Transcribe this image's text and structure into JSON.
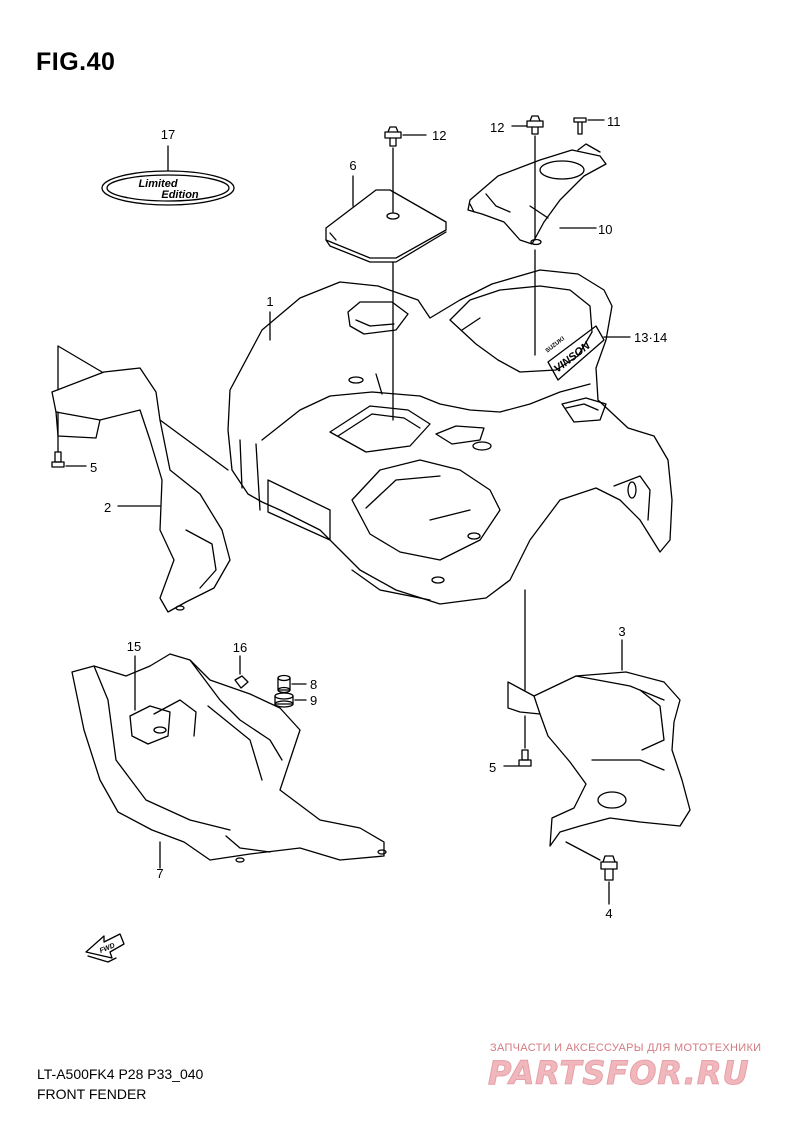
{
  "figure": {
    "title": "FIG.40",
    "model": "LT-A500FK4 P28 P33_040",
    "caption": "FRONT FENDER"
  },
  "callouts": {
    "c1": "1",
    "c2": "2",
    "c3": "3",
    "c4": "4",
    "c5a": "5",
    "c5b": "5",
    "c6": "6",
    "c7": "7",
    "c8": "8",
    "c9": "9",
    "c10": "10",
    "c11": "11",
    "c12a": "12",
    "c12b": "12",
    "c13_14": "13·14",
    "c15": "15",
    "c16": "16",
    "c17": "17"
  },
  "labels": {
    "emblem_line1": "Limited",
    "emblem_line2": "Edition",
    "decal_brand": "SUZUKI",
    "decal_name": "VINSON",
    "fwd_arrow": "FWD"
  },
  "watermark": {
    "tagline": "ЗАПЧАСТИ И АКСЕССУАРЫ ДЛЯ МОТОТЕХНИКИ",
    "logo": "PARTSFOR.RU"
  }
}
